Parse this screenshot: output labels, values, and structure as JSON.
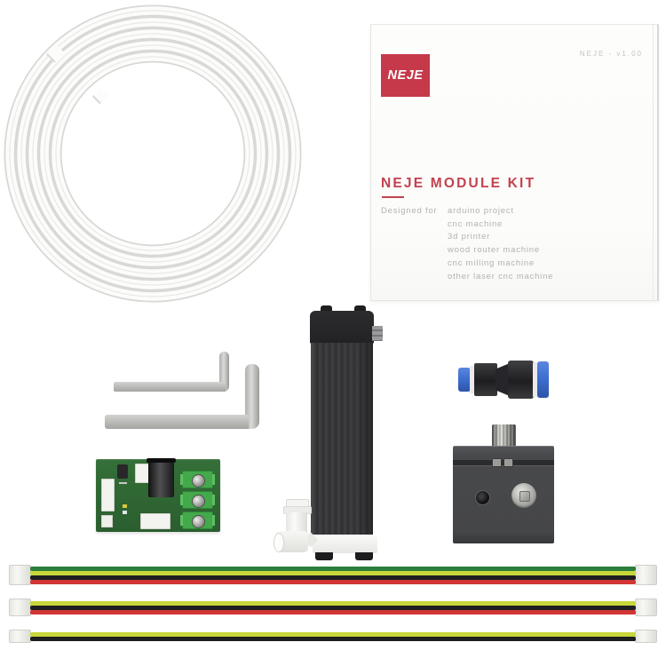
{
  "page": {
    "description": "NEJE laser module kit contents photo",
    "background": "#ffffff"
  },
  "colors": {
    "neje-red": "#c5394a",
    "title-red": "#c2414e",
    "muted-gray": "#b5b2af",
    "pcb-green": "#2f6b33",
    "terminal-green": "#43a94b",
    "collet-blue": "#3f6fd1",
    "module-dark": "#39393b",
    "metal-gray": "#48494b",
    "tube-gray": "#d7d7d5",
    "wire-green": "#2c7d3c",
    "wire-lime": "#c8d63a",
    "wire-black": "#1e1e20",
    "wire-red": "#d23535"
  },
  "box": {
    "logo_text": "NEJE",
    "version_text": "NEJE - v1.00",
    "title": "NEJE MODULE KIT",
    "designed_for_label": "Designed for",
    "applications": [
      "arduino project",
      "cnc machine",
      "3d printer",
      "wood router machine",
      "cnc milling machine",
      "other laser cnc machine"
    ]
  },
  "components": {
    "air_tube_coil": "white air-assist tube coil",
    "product_box": "NEJE module kit box",
    "laser_module": "laser module with heatsink and air elbow fitting",
    "hex_wrench_small": "small hex wrench",
    "hex_wrench_large": "large hex wrench",
    "driver_board": "green driver PCB with DC jack and screw terminals",
    "pneumatic_fitting": "push-fit reducer with blue collets",
    "focus_block": "metal mount block with adjustment knob",
    "cables": [
      {
        "label": "4-pin cable",
        "wire_colors": [
          "#2c7d3c",
          "#c8d63a",
          "#1e1e20",
          "#d23535"
        ]
      },
      {
        "label": "3-pin cable",
        "wire_colors": [
          "#c8d63a",
          "#1e1e20",
          "#d23535"
        ]
      },
      {
        "label": "2-pin cable",
        "wire_colors": [
          "#c8d63a",
          "#1e1e20"
        ]
      }
    ]
  }
}
